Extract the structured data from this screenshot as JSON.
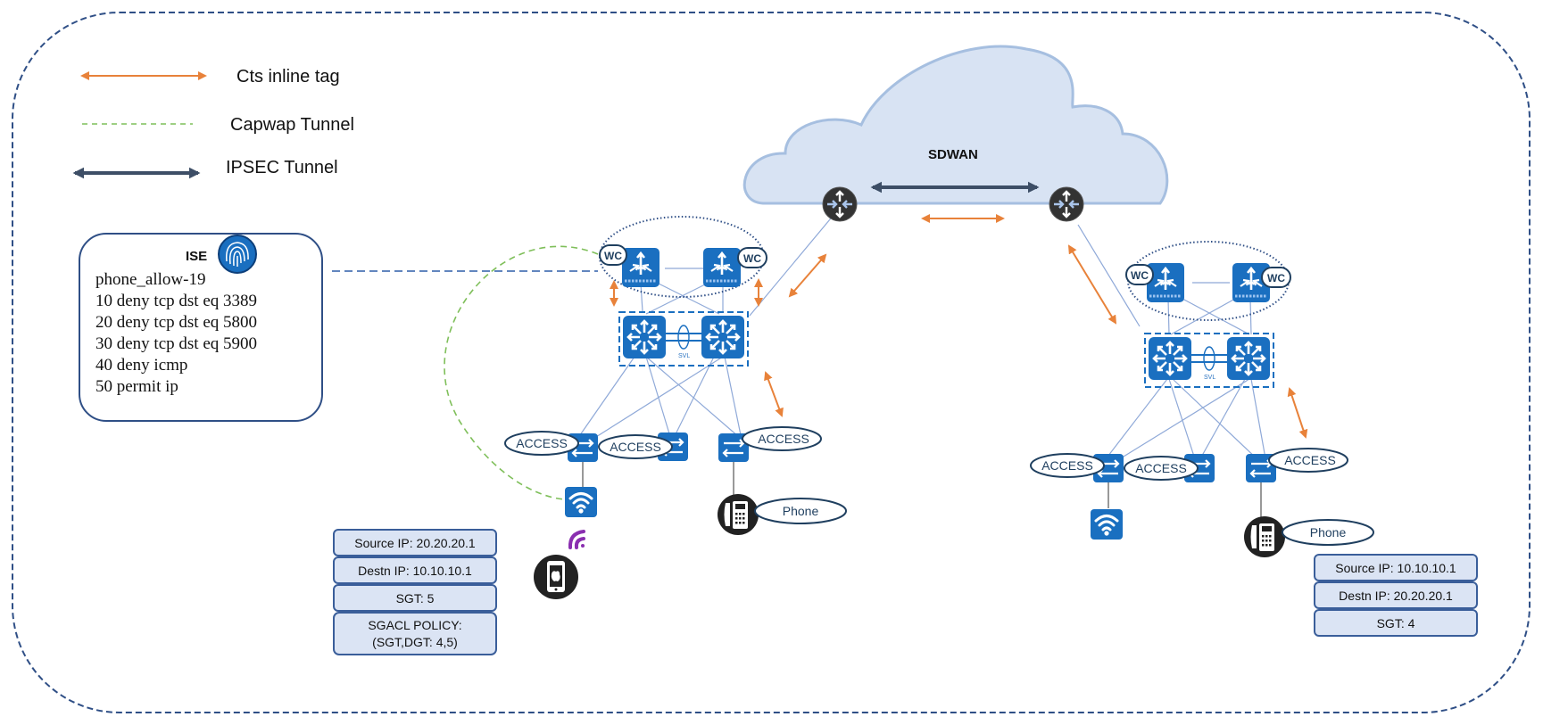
{
  "legend": {
    "items": [
      {
        "label": "Cts inline tag",
        "style": "orange-double-arrow",
        "color": "#e8823a"
      },
      {
        "label": "Capwap Tunnel",
        "style": "green-dashed-line",
        "color": "#7fbf5a"
      },
      {
        "label": "IPSEC Tunnel",
        "style": "dark-double-arrow",
        "color": "#3d4e66"
      }
    ]
  },
  "ise": {
    "title": "ISE",
    "icon": "fingerprint-icon",
    "policy_name": "phone_allow-19",
    "rules": [
      "10 deny tcp dst eq 3389",
      "20 deny tcp dst eq 5800",
      "30 deny tcp dst eq 5900",
      "40 deny icmp",
      "50 permit ip"
    ]
  },
  "cloud": {
    "label": "SDWAN"
  },
  "sites": {
    "left": {
      "wlc_labels": [
        "WC",
        "WC"
      ],
      "svl_label": "SVL",
      "access_labels": [
        "ACCESS",
        "ACCESS",
        "ACCESS"
      ],
      "phone_label": "Phone",
      "packet": [
        "Source IP: 20.20.20.1",
        "Destn IP: 10.10.10.1",
        "SGT: 5",
        "SGACL POLICY:",
        "(SGT,DGT: 4,5)"
      ]
    },
    "right": {
      "wlc_labels": [
        "WC",
        "WC"
      ],
      "svl_label": "SVL",
      "access_labels": [
        "ACCESS",
        "ACCESS",
        "ACCESS"
      ],
      "phone_label": "Phone",
      "packet": [
        "Source IP: 10.10.10.1",
        "Destn IP: 20.20.20.1",
        "SGT: 4"
      ]
    }
  },
  "colors": {
    "device_blue": "#1a6fc0",
    "cloud_fill": "#d8e3f3",
    "cloud_stroke": "#a6bfe0",
    "link": "#8fa9d8",
    "orange": "#e8823a",
    "ipsec": "#3d4e66",
    "capwap": "#7fbf5a",
    "border": "#2f4f86",
    "packet_fill": "#dbe4f4",
    "packet_stroke": "#3a5e9a",
    "wifi_purple": "#8a2fb0"
  }
}
